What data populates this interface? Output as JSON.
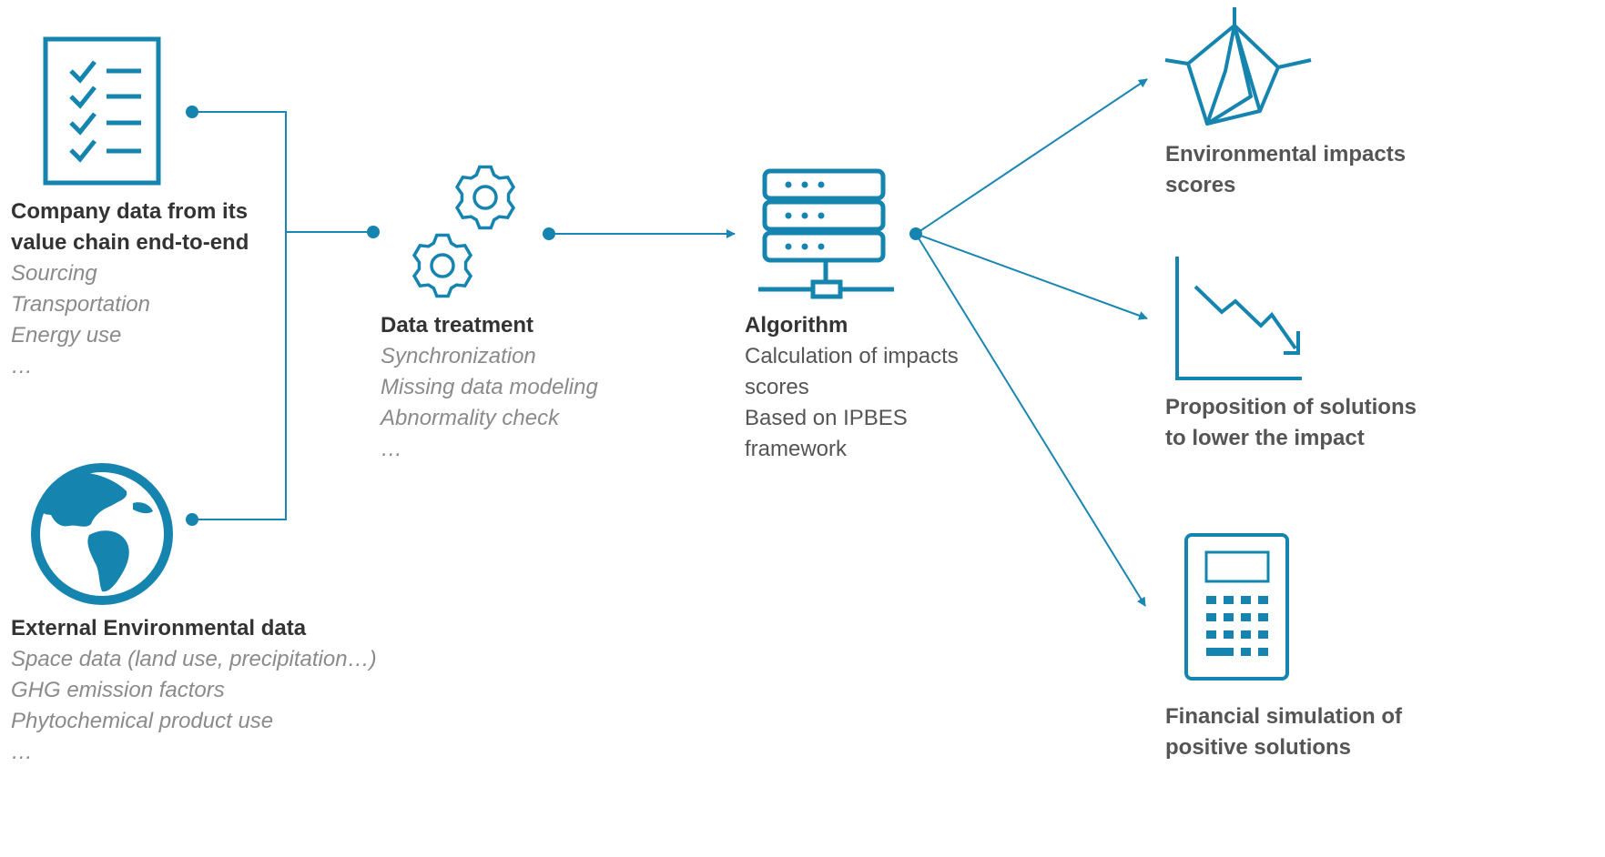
{
  "colors": {
    "accent": "#1585b0",
    "line": "#1a86b3",
    "title": "#333333",
    "muted": "#8a8a8a"
  },
  "icons": {
    "company": "checklist-icon",
    "external": "globe-icon",
    "treatment": "gears-icon",
    "algorithm": "server-icon",
    "scores": "radar-chart-icon",
    "solutions": "decreasing-chart-icon",
    "financial": "calculator-icon"
  },
  "inputs": {
    "company": {
      "title_lines": [
        "Company data from its",
        "value chain end-to-end"
      ],
      "items": [
        "Sourcing",
        "Transportation",
        "Energy use",
        "…"
      ]
    },
    "external": {
      "title": "External Environmental data",
      "items": [
        "Space data (land use, precipitation…)",
        "GHG emission factors",
        "Phytochemical product use",
        "…"
      ]
    }
  },
  "treatment": {
    "title": "Data treatment",
    "items": [
      "Synchronization",
      "Missing data modeling",
      "Abnormality check",
      "…"
    ]
  },
  "algorithm": {
    "title": "Algorithm",
    "lines": [
      "Calculation of impacts",
      "scores",
      "Based on IPBES",
      "framework"
    ]
  },
  "outputs": {
    "scores": {
      "lines": [
        "Environmental impacts",
        "scores"
      ]
    },
    "solutions": {
      "lines": [
        "Proposition of solutions",
        "to lower the impact"
      ]
    },
    "financial": {
      "lines": [
        "Financial simulation of",
        "positive solutions"
      ]
    }
  }
}
